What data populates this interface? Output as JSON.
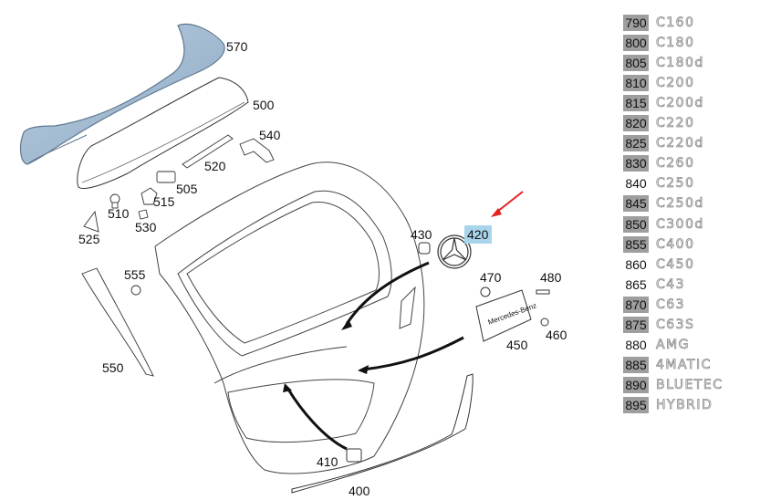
{
  "callouts": {
    "p570": "570",
    "p500": "500",
    "p540": "540",
    "p520": "520",
    "p505": "505",
    "p515": "515",
    "p510": "510",
    "p530": "530",
    "p525": "525",
    "p555": "555",
    "p550": "550",
    "p430": "430",
    "p420": "420",
    "p470": "470",
    "p480": "480",
    "p460": "460",
    "p450": "450",
    "p410": "410",
    "p400": "400"
  },
  "highlight": {
    "part": "420",
    "badge_color": "#a8d4ec",
    "arrow_color": "#e62020"
  },
  "plate_text": "Mercedes-Benz",
  "legend": [
    {
      "num": "790",
      "label": "C160",
      "grey": true
    },
    {
      "num": "800",
      "label": "C180",
      "grey": true
    },
    {
      "num": "805",
      "label": "C180d",
      "grey": true
    },
    {
      "num": "810",
      "label": "C200",
      "grey": true
    },
    {
      "num": "815",
      "label": "C200d",
      "grey": true
    },
    {
      "num": "820",
      "label": "C220",
      "grey": true
    },
    {
      "num": "825",
      "label": "C220d",
      "grey": true
    },
    {
      "num": "830",
      "label": "C260",
      "grey": true
    },
    {
      "num": "840",
      "label": "C250",
      "grey": false
    },
    {
      "num": "845",
      "label": "C250d",
      "grey": true
    },
    {
      "num": "850",
      "label": "C300d",
      "grey": true
    },
    {
      "num": "855",
      "label": "C400",
      "grey": true
    },
    {
      "num": "860",
      "label": "C450",
      "grey": false
    },
    {
      "num": "865",
      "label": "C43",
      "grey": false
    },
    {
      "num": "870",
      "label": "C63",
      "grey": true
    },
    {
      "num": "875",
      "label": "C63S",
      "grey": true
    },
    {
      "num": "880",
      "label": "AMG",
      "grey": false
    },
    {
      "num": "885",
      "label": "4MATIC",
      "grey": true
    },
    {
      "num": "890",
      "label": "BLUETEC",
      "grey": true
    },
    {
      "num": "895",
      "label": "HYBRID",
      "grey": true
    }
  ]
}
